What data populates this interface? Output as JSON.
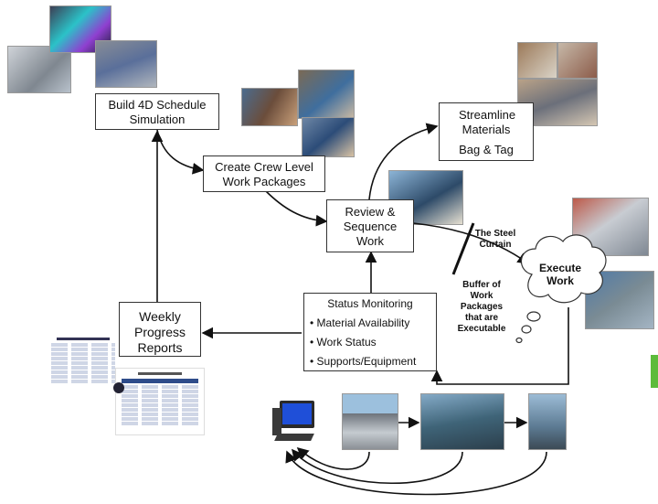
{
  "boxes": {
    "build_4d": "Build 4D Schedule Simulation",
    "crew_packages": "Create Crew Level Work Packages",
    "review": "Review & Sequence Work",
    "streamline_title": "Streamline Materials",
    "streamline_sub": "Bag & Tag",
    "weekly": "Weekly Progress Reports",
    "status_title": "Status Monitoring",
    "status_items": [
      "Material Availability",
      "Work Status",
      "Supports/Equipment"
    ]
  },
  "labels": {
    "steel_curtain": "The Steel Curtain",
    "buffer": "Buffer of Work Packages that are Executable",
    "execute": "Execute Work"
  },
  "colors": {
    "sky": "#7ea6cf",
    "steel": "#8a8f96",
    "pipe": "#b54a3a",
    "monitor": "#1f4fd8"
  }
}
